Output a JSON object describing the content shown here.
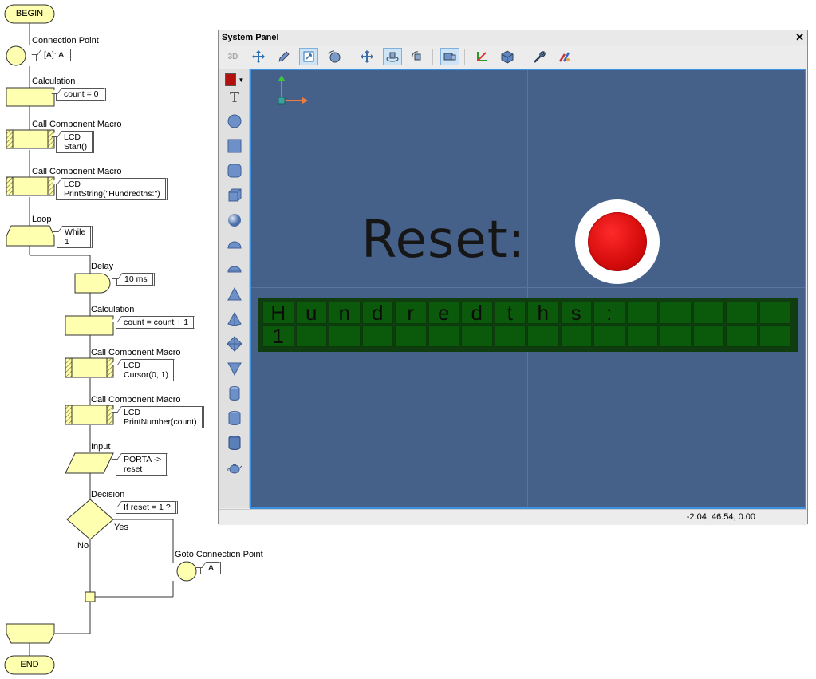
{
  "flowchart": {
    "begin": "BEGIN",
    "end": "END",
    "connection_point": {
      "caption": "Connection Point",
      "comment": "[A]: A"
    },
    "calc1": {
      "caption": "Calculation",
      "comment": "count = 0"
    },
    "macro1": {
      "caption": "Call Component Macro",
      "comment_line1": "LCD",
      "comment_line2": "Start()"
    },
    "macro2": {
      "caption": "Call Component Macro",
      "comment_line1": "LCD",
      "comment_line2": "PrintString(\"Hundredths:\")"
    },
    "loop": {
      "caption": "Loop",
      "comment_line1": "While",
      "comment_line2": "1"
    },
    "delay": {
      "caption": "Delay",
      "comment": "10 ms"
    },
    "calc2": {
      "caption": "Calculation",
      "comment": "count = count + 1"
    },
    "macro3": {
      "caption": "Call Component Macro",
      "comment_line1": "LCD",
      "comment_line2": "Cursor(0, 1)"
    },
    "macro4": {
      "caption": "Call Component Macro",
      "comment_line1": "LCD",
      "comment_line2": "PrintNumber(count)"
    },
    "input": {
      "caption": "Input",
      "comment_line1": "PORTA ->",
      "comment_line2": "reset"
    },
    "decision": {
      "caption": "Decision",
      "comment": "If  reset = 1 ?",
      "yes": "Yes",
      "no": "No"
    },
    "goto": {
      "caption": "Goto Connection Point",
      "comment": "A"
    }
  },
  "panel": {
    "title": "System Panel",
    "close_glyph": "✕",
    "toolbar_3d_label": "3D",
    "status_coords": "-2.04, 46.54, 0.00",
    "reset_label": "Reset:",
    "lcd_row1": [
      "H",
      "u",
      "n",
      "d",
      "r",
      "e",
      "d",
      "t",
      "h",
      "s",
      ":",
      "",
      "",
      "",
      "",
      ""
    ],
    "lcd_row2": [
      "1",
      "",
      "",
      "",
      "",
      "",
      "",
      "",
      "",
      "",
      "",
      "",
      "",
      "",
      "",
      ""
    ],
    "colors": {
      "viewport": "#466189",
      "lcd_bg": "#0b5a0b",
      "button": "#e01010",
      "accent": "#3c92e0"
    }
  }
}
